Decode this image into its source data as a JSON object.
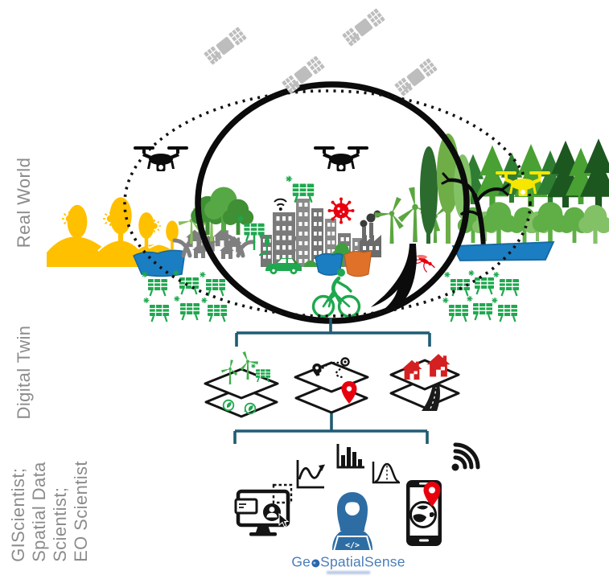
{
  "labels": {
    "real_world": "Real World",
    "digital_twin": "Digital Twin",
    "scientist_lines": [
      "GIScientist;",
      "Spatial Data",
      "Scientist;",
      "EO Scientist"
    ]
  },
  "logo": {
    "prefix": "Ge",
    "suffix": "SpatialSense"
  },
  "person": {
    "laptop_code": "</>"
  },
  "colors": {
    "label_gray": "#8c8c8c",
    "connector_teal": "#1f5c73",
    "accent_green": "#1fa84f",
    "pale_turbine_green": "#86bf5a",
    "forest_green": "#49a033",
    "dark_forest_green": "#1c5720",
    "landscape_yellow": "#ffc000",
    "water_blue": "#1b7ec2",
    "sediment_orange": "#df7128",
    "alert_red": "#e8000d",
    "satellite_gray": "#bdbdbd",
    "city_gray": "#7f7f7f",
    "ink_black": "#141414",
    "person_blue": "#2d6da4",
    "logo_blue": "#4a7ebb",
    "drone_yellow": "#f7e600"
  },
  "icons": {
    "satellite": "satellite-icon",
    "drone": "drone-icon",
    "sun": "sun-icon",
    "solar_panel": "solar-panel-icon",
    "wind_turbine": "wind-turbine-icon",
    "virus": "virus-icon",
    "mosquito": "mosquito-icon",
    "flood": "flood-erosion-icon",
    "cyclist": "cyclist-icon",
    "electric_car": "electric-car-icon",
    "factory": "factory-icon",
    "wifi": "wifi-signal-icon",
    "map_layers": "map-layer-stack",
    "route_pin": "route-pin-icon",
    "red_house": "red-house-icon",
    "road": "road-icon",
    "eco": "eco-leaf-icon",
    "monitor": "monitor-id-icon",
    "line_chart": "line-chart-icon",
    "bar_chart": "bar-chart-icon",
    "bell_curve": "bell-curve-icon",
    "scientist_person": "data-scientist-icon",
    "smartphone": "smartphone-globe-pin-icon",
    "globe_o": "logo-globe-o-icon"
  }
}
